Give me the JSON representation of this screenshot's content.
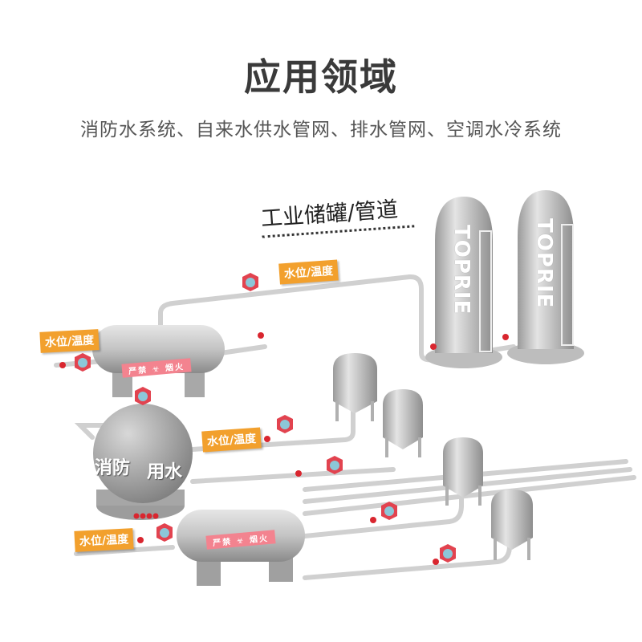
{
  "header": {
    "title": "应用领域",
    "subtitle": "消防水系统、自来水供水管网、排水管网、空调水冷系统"
  },
  "scene": {
    "section_heading": "工业储罐/管道",
    "brand_label": "TOPRIE",
    "sphere_label_left": "消防",
    "sphere_label_right": "用水",
    "warning_banner": {
      "left": "严禁",
      "right": "烟火"
    },
    "badges": [
      {
        "label": "水位/温度"
      },
      {
        "label": "水位/温度"
      },
      {
        "label": "水位/温度"
      },
      {
        "label": "水位/温度"
      }
    ],
    "colors": {
      "badge": "#f2a02d",
      "sensor_housing": "#e2434f",
      "sensor_display": "#8cc7d8",
      "tank": "#c8c8c8",
      "warning": "#f3838f"
    }
  }
}
